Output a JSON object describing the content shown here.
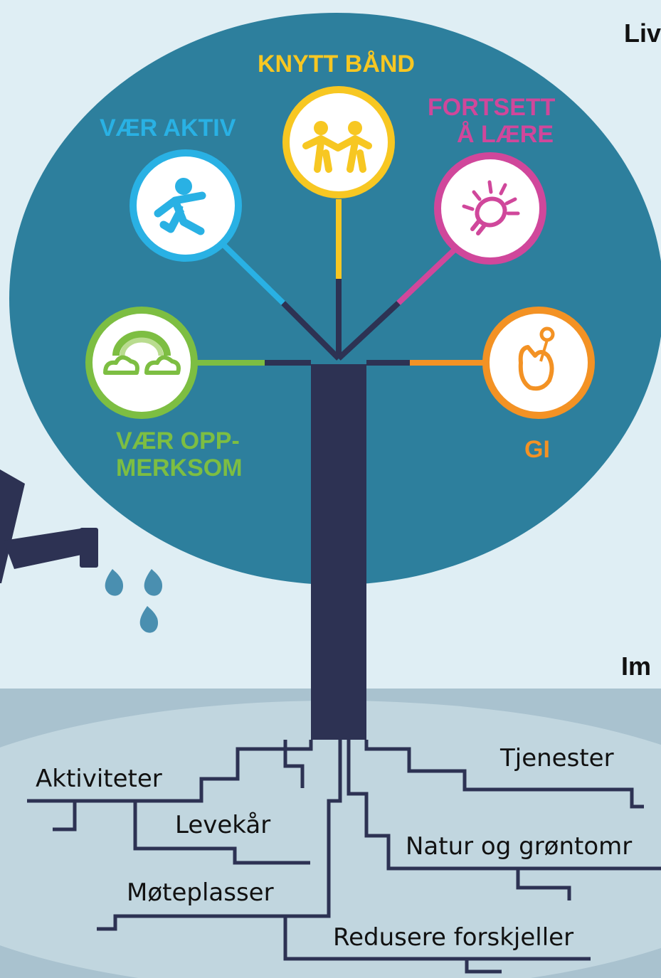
{
  "colors": {
    "background": "#dfeef4",
    "canopy": "#2d7f9d",
    "trunk": "#2d3253",
    "ground": "#a9c2cf",
    "ground_inner": "#c1d6df",
    "drops": "#4a8fb0",
    "yellow": "#f7c722",
    "blue": "#29b1e4",
    "pink": "#d0479b",
    "green": "#7dbe42",
    "orange": "#f39224"
  },
  "right_titles": {
    "top": "Liv",
    "middle": "Im"
  },
  "branches": [
    {
      "key": "active",
      "label_lines": [
        "VÆR AKTIV"
      ],
      "color": "#29b1e4",
      "icon": "running-person-icon"
    },
    {
      "key": "connect",
      "label_lines": [
        "KNYTT BÅND"
      ],
      "color": "#f7c722",
      "icon": "holding-hands-icon"
    },
    {
      "key": "learn",
      "label_lines": [
        "FORTSETT",
        "Å LÆRE"
      ],
      "color": "#d0479b",
      "icon": "lightbulb-icon"
    },
    {
      "key": "notice",
      "label_lines": [
        "VÆR OPP-",
        "MERKSOM"
      ],
      "color": "#7dbe42",
      "icon": "rainbow-clouds-icon"
    },
    {
      "key": "give",
      "label_lines": [
        "GI"
      ],
      "color": "#f39224",
      "icon": "hand-with-flower-icon"
    }
  ],
  "roots": [
    {
      "key": "aktiviteter",
      "label": "Aktiviteter"
    },
    {
      "key": "levekar",
      "label": "Levekår"
    },
    {
      "key": "moteplasser",
      "label": "Møteplasser"
    },
    {
      "key": "tjenester",
      "label": "Tjenester"
    },
    {
      "key": "natur",
      "label": "Natur og grøntomr"
    },
    {
      "key": "forskjeller",
      "label": "Redusere forskjeller"
    }
  ]
}
